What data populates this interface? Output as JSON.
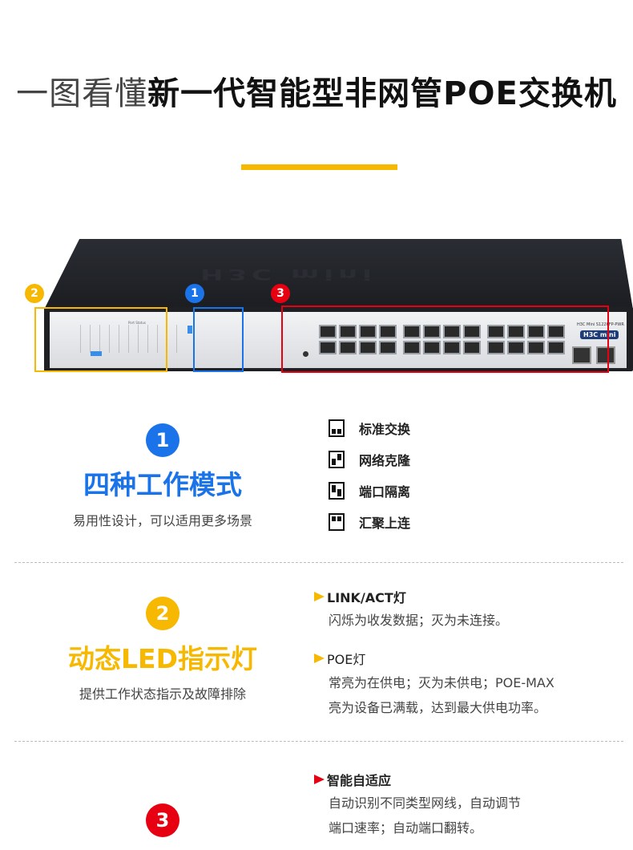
{
  "header": {
    "title_light": "一图看懂",
    "title_bold": "新一代智能型非网管POE交换机"
  },
  "product": {
    "logo": "H3C mini",
    "model": "H3C Mini S1226FP-PWR",
    "callouts": [
      "2",
      "1",
      "3"
    ]
  },
  "colors": {
    "blue": "#1a73e8",
    "yellow": "#f6b800",
    "red": "#e60012"
  },
  "sections": [
    {
      "number": "1",
      "title": "四种工作模式",
      "subtitle": "易用性设计，可以适用更多场景",
      "modes": [
        {
          "icon": "mode-standard-icon",
          "label": "标准交换"
        },
        {
          "icon": "mode-clone-icon",
          "label": "网络克隆"
        },
        {
          "icon": "mode-isolation-icon",
          "label": "端口隔离"
        },
        {
          "icon": "mode-uplink-icon",
          "label": "汇聚上连"
        }
      ]
    },
    {
      "number": "2",
      "title": "动态LED指示灯",
      "subtitle": "提供工作状态指示及故障排除",
      "features": [
        {
          "title": "LINK/ACT灯",
          "lines": [
            "闪烁为收发数据；灭为未连接。"
          ]
        },
        {
          "title": "POE灯",
          "lines": [
            "常亮为在供电；灭为未供电；POE-MAX",
            "亮为设备已满载，达到最大供电功率。"
          ]
        }
      ]
    },
    {
      "number": "3",
      "features": [
        {
          "title": "智能自适应",
          "lines": [
            "自动识别不同类型网线，自动调节",
            "端口速率；自动端口翻转。"
          ]
        }
      ]
    }
  ]
}
